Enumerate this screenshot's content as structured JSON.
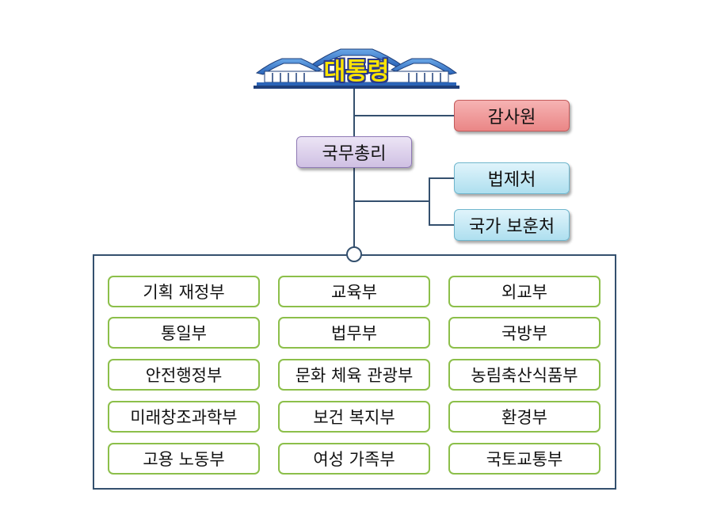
{
  "president": {
    "label": "대통령"
  },
  "audit": {
    "label": "감사원"
  },
  "prime_minister": {
    "label": "국무총리"
  },
  "agencies": [
    {
      "label": "법제처"
    },
    {
      "label": "국가 보훈처"
    }
  ],
  "ministries": [
    {
      "label": "기획 재정부"
    },
    {
      "label": "교육부"
    },
    {
      "label": "외교부"
    },
    {
      "label": "통일부"
    },
    {
      "label": "법무부"
    },
    {
      "label": "국방부"
    },
    {
      "label": "안전행정부"
    },
    {
      "label": "문화 체육 관광부"
    },
    {
      "label": "농림축산식품부"
    },
    {
      "label": "미래창조과학부"
    },
    {
      "label": "보건 복지부"
    },
    {
      "label": "환경부"
    },
    {
      "label": "고용 노동부"
    },
    {
      "label": "여성 가족부"
    },
    {
      "label": "국토교통부"
    }
  ],
  "colors": {
    "line": "#34506e",
    "audit_fill": "#ea8686",
    "pm_fill": "#cfc0e3",
    "agency_fill": "#aedfef",
    "ministry_border": "#8cbf4a",
    "title_text": "#ffe500",
    "title_outline": "#2a3a8a"
  },
  "icons": {
    "header": "blue-house-building-icon"
  }
}
